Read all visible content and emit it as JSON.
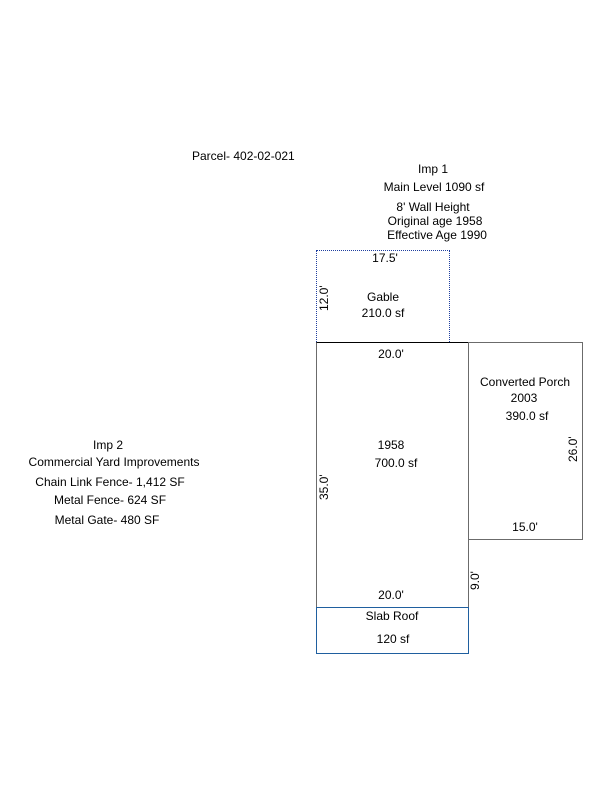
{
  "parcel": "Parcel- 402-02-021",
  "imp1": {
    "title": "Imp 1",
    "main_level": "Main Level  1090 sf",
    "wall_height": "8' Wall Height",
    "original_age": "Original age 1958",
    "effective_age": "Effective Age 1990"
  },
  "imp2": {
    "title": "Imp 2",
    "subtitle": "Commercial Yard Improvements",
    "chain_link": "Chain Link Fence- 1,412   SF",
    "metal_fence": "Metal Fence- 624  SF",
    "metal_gate": "Metal Gate-  480  SF"
  },
  "gable": {
    "label": "Gable",
    "area": "210.0 sf",
    "width": "17.5'",
    "depth": "12.0'"
  },
  "main": {
    "year": "1958",
    "area": "700.0 sf",
    "top_width": "20.0'",
    "bottom_width": "20.0'",
    "depth": "35.0'"
  },
  "porch": {
    "label": "Converted Porch",
    "year": "2003",
    "area": "390.0 sf",
    "depth": "26.0'",
    "width": "15.0'",
    "offset": "9.0'"
  },
  "slab": {
    "label": "Slab Roof",
    "area": "120 sf"
  },
  "colors": {
    "gable_border": "#1f3f9f",
    "slab_border": "#1f5f9f",
    "line": "#6b6b6b"
  }
}
